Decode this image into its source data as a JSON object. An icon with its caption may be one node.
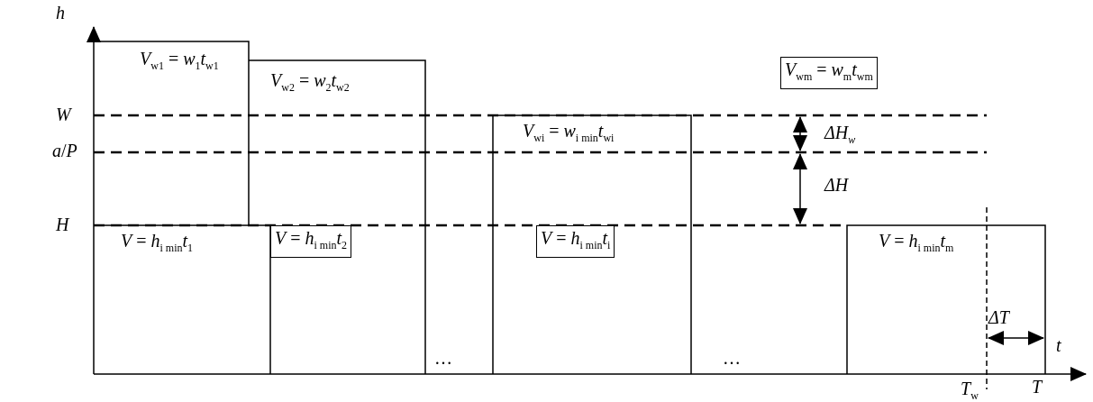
{
  "diagram": {
    "labels": [
      "h",
      "*V*$_{w1}$ = *w*$_{1}$*t*$_{w1}$",
      "*V*$_{w2}$ = *w*$_{2}$*t*$_{w2}$",
      "*V*$_{wm}$ = *w*$_{m}$*t*$_{wm}$",
      "W",
      "*V*$_{wi}$ = *w*$_{i min}$*t*$_{wi}$",
      "ΔH$_{w}$",
      "*a*/*P*",
      "ΔH",
      "H",
      "*V* = *h*$_{i min}$*t*$_{1}$",
      "*V* = *h*$_{i min}$*t*$_{2}$",
      "*V* = *h*$_{i min}$*t*$_{i}$",
      "*V* = *h*$_{i min}$*t*$_{m}$",
      "ΔT",
      "t",
      "…",
      "…",
      "*T*$_{w}$",
      "T"
    ]
  }
}
